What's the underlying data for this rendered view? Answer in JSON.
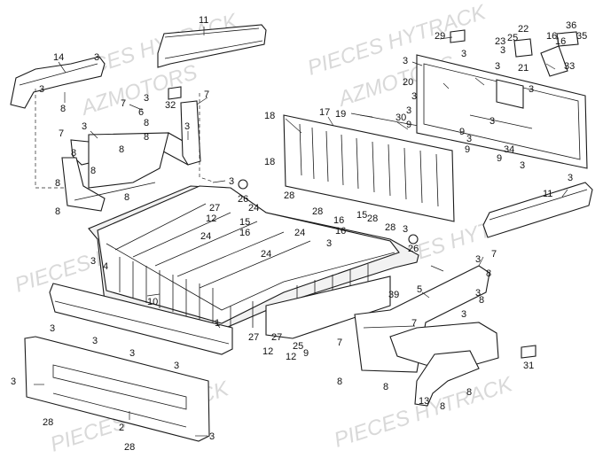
{
  "watermarks": [
    "PIECES HYTRACK",
    "AZMOTORS",
    "PIECES HYTRACK",
    "AZMOTORS",
    "PIECES HYTRACK",
    "PIECES HYTRACK",
    "PIECES HYTRACK",
    "PIECES HYTRACK"
  ],
  "callouts": [
    "11",
    "14",
    "3",
    "3",
    "8",
    "7",
    "3",
    "6",
    "8",
    "32",
    "7",
    "3",
    "7",
    "3",
    "8",
    "8",
    "8",
    "8",
    "8",
    "8",
    "8",
    "3",
    "26",
    "27",
    "12",
    "24",
    "15",
    "16",
    "24",
    "3",
    "4",
    "24",
    "24",
    "18",
    "17",
    "19",
    "30",
    "9",
    "18",
    "28",
    "28",
    "16",
    "16",
    "15",
    "28",
    "28",
    "3",
    "26",
    "3",
    "29",
    "3",
    "3",
    "20",
    "3",
    "3",
    "3",
    "9",
    "3",
    "9",
    "3",
    "34",
    "9",
    "3",
    "22",
    "25",
    "23",
    "3",
    "21",
    "16",
    "16",
    "3",
    "36",
    "35",
    "33",
    "11",
    "3",
    "7",
    "3",
    "5",
    "39",
    "7",
    "3",
    "8",
    "7",
    "3",
    "8",
    "8",
    "8",
    "8",
    "13",
    "8",
    "31",
    "10",
    "1",
    "27",
    "12",
    "27",
    "25",
    "12",
    "9",
    "3",
    "3",
    "3",
    "3",
    "3",
    "28",
    "2",
    "28",
    "3"
  ],
  "colors": {
    "line": "#1a1a1a",
    "watermark": "#d9d9d9",
    "background": "#ffffff"
  }
}
